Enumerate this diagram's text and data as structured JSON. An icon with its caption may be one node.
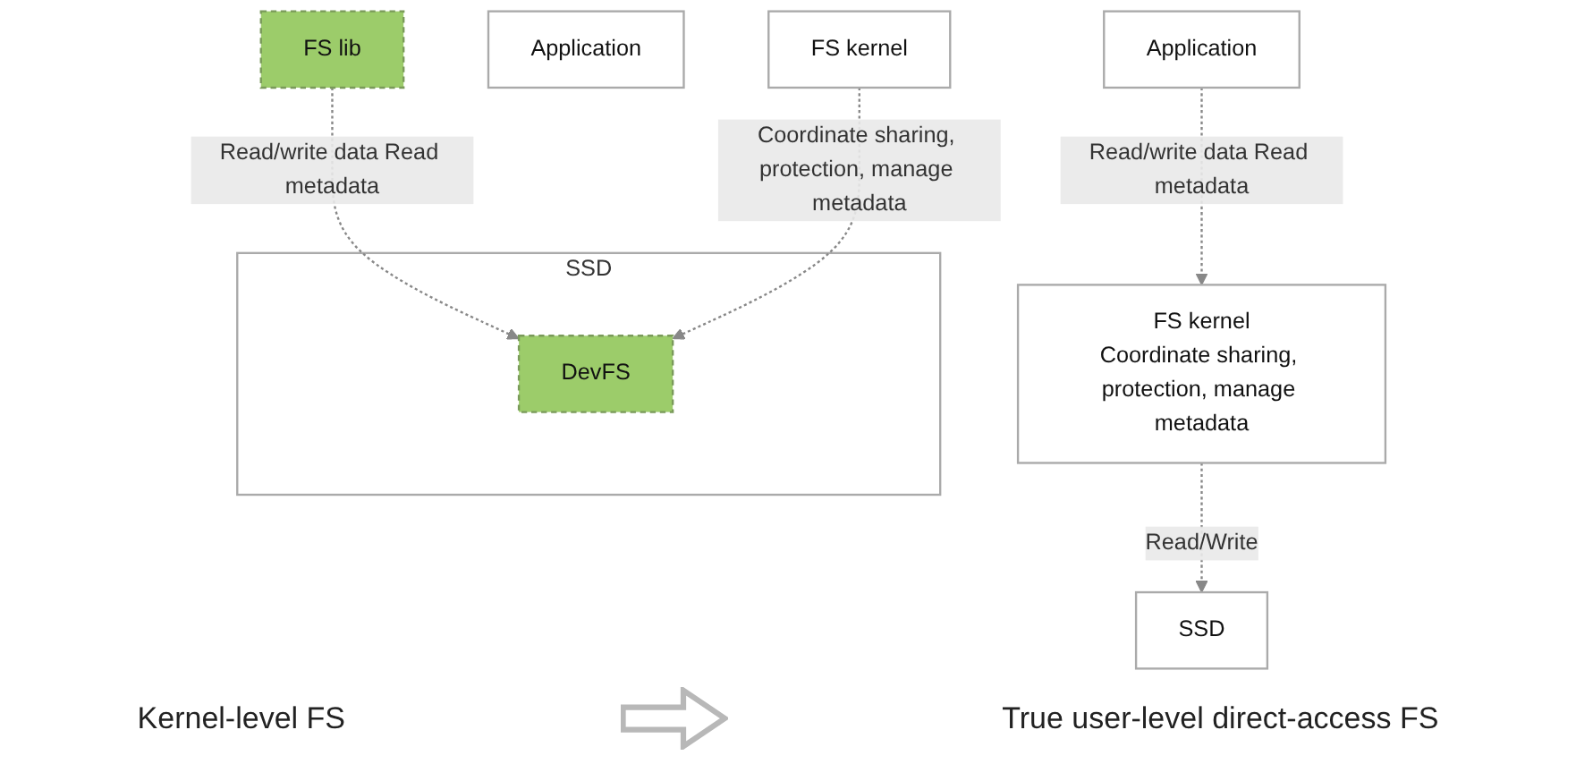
{
  "diagram": {
    "nodes": [
      {
        "text": [
          "Application"
        ]
      },
      {
        "text": [
          "FS kernel",
          "Coordinate sharing, protection, manage metadata"
        ]
      },
      {
        "text": [
          "SSD"
        ]
      },
      {
        "text": [
          "Application"
        ]
      },
      {
        "text": [
          "FS lib"
        ]
      },
      {
        "text": [
          "FS kernel"
        ]
      },
      {
        "text": [
          "SSD"
        ]
      },
      {
        "text": [
          "DevFS"
        ],
        "in": 6
      }
    ],
    "edges": [
      {
        "from": 0,
        "to": 1,
        "arrow": "to",
        "label": "Read/write data Read metadata",
        "style": "dashed"
      },
      {
        "from": 1,
        "to": 2,
        "arrow": "to",
        "label": "Read/Write",
        "style": "dashed"
      },
      {
        "from": 4,
        "to": 7,
        "arrow": "to",
        "label": "Read/write data Read metadata",
        "style": "dashed"
      },
      {
        "from": 5,
        "to": 7,
        "arrow": "to",
        "label": "Coordinate sharing, protection, manage metadata",
        "style": "dashed"
      }
    ],
    "labels": [
      "Kernel-level FS",
      "True user-level direct-access FS"
    ]
  }
}
